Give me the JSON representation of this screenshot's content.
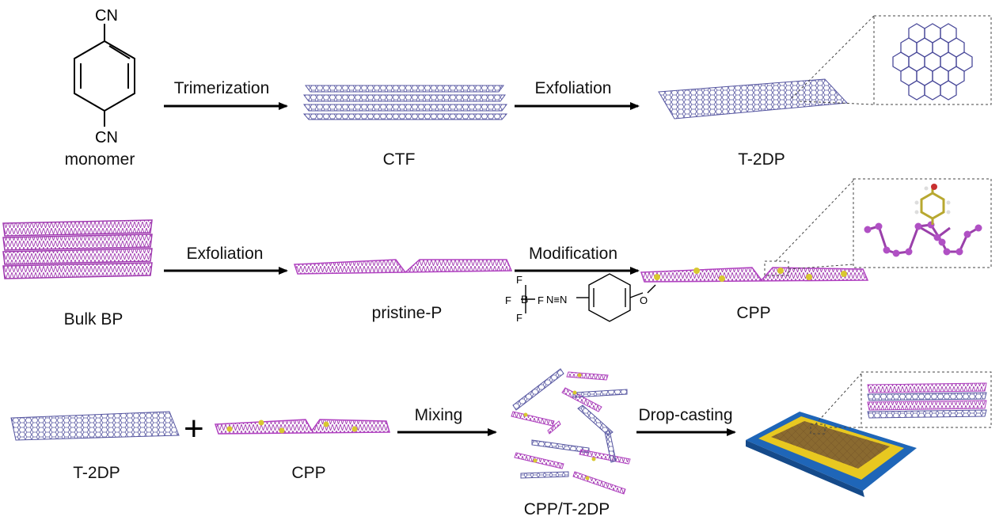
{
  "rows": [
    {
      "steps": [
        "Trimerization",
        "Exfoliation"
      ],
      "labels": [
        "monomer",
        "CTF",
        "T-2DP"
      ]
    },
    {
      "steps": [
        "Exfoliation",
        "Modification"
      ],
      "labels": [
        "Bulk BP",
        "pristine-P",
        "CPP"
      ]
    },
    {
      "steps": [
        "Mixing",
        "Drop-casting"
      ],
      "labels": [
        "T-2DP",
        "CPP",
        "CPP/T-2DP"
      ]
    }
  ],
  "monomer_groups": [
    "CN",
    "CN"
  ],
  "plus_sign": "+",
  "colors": {
    "ctf": "#6a6aa8",
    "phosphorus": "#c450d0",
    "phosphorus_dark": "#8a2a96",
    "sulfur_dot": "#d8c830",
    "substrate": "#1f66b8",
    "electrode": "#e8c820"
  }
}
